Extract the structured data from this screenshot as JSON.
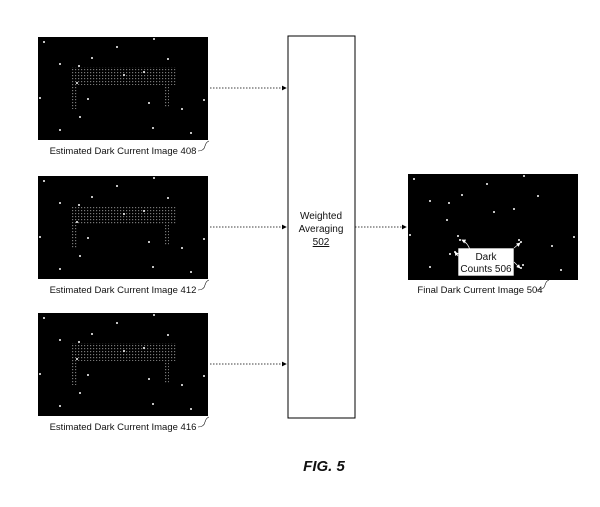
{
  "inputs": [
    {
      "label": "Estimated Dark Current Image 408"
    },
    {
      "label": "Estimated Dark Current Image 412"
    },
    {
      "label": "Estimated Dark Current Image 416"
    }
  ],
  "process": {
    "line1": "Weighted",
    "line2": "Averaging",
    "ref": "502"
  },
  "output": {
    "label": "Final Dark Current Image 504",
    "callout_line1": "Dark",
    "callout_line2": "Counts 506"
  },
  "figure": {
    "caption": "FIG. 5"
  }
}
